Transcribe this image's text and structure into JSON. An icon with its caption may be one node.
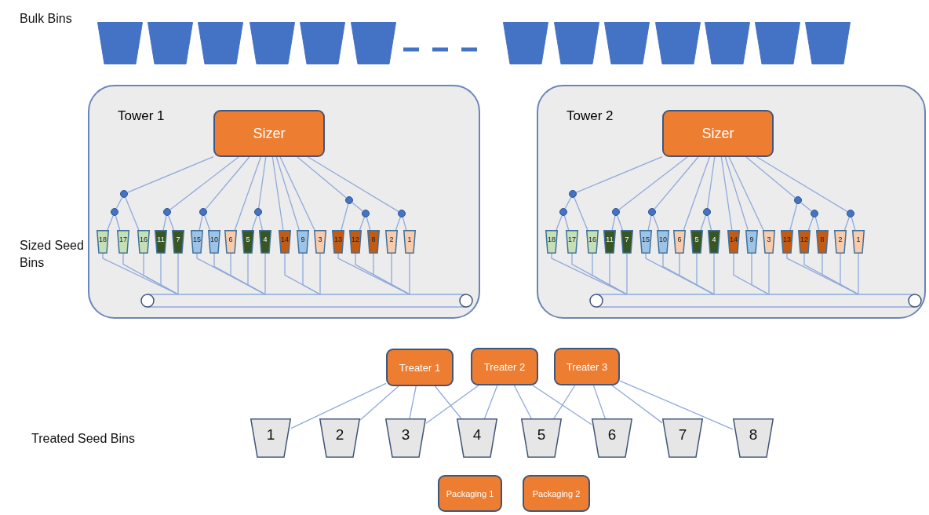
{
  "diagram": {
    "nodes": [
      {
        "text": [],
        "shape": "bin"
      },
      {
        "text": [],
        "shape": "bin"
      },
      {
        "text": [],
        "shape": "bin"
      },
      {
        "text": [],
        "shape": "bin"
      },
      {
        "text": [],
        "shape": "bin"
      },
      {
        "text": [],
        "shape": "bin"
      },
      {
        "text": [],
        "shape": "bin"
      },
      {
        "text": [],
        "shape": "bin"
      },
      {
        "text": [],
        "shape": "bin"
      },
      {
        "text": [],
        "shape": "bin"
      },
      {
        "text": [],
        "shape": "bin"
      },
      {
        "text": [],
        "shape": "bin"
      },
      {
        "text": [],
        "shape": "bin"
      },
      {
        "text": [
          "Tower 1"
        ]
      },
      {
        "text": [
          "Sizer"
        ],
        "in": 13
      },
      {
        "text": [],
        "shape": "circle",
        "in": 13
      },
      {
        "text": [],
        "shape": "circle",
        "in": 13
      },
      {
        "text": [],
        "shape": "circle",
        "in": 13
      },
      {
        "text": [],
        "shape": "circle",
        "in": 13
      },
      {
        "text": [],
        "shape": "circle",
        "in": 13
      },
      {
        "text": [],
        "shape": "circle",
        "in": 13
      },
      {
        "text": [],
        "shape": "circle",
        "in": 13
      },
      {
        "text": [],
        "shape": "circle",
        "in": 13
      },
      {
        "text": [
          "18"
        ],
        "in": 13
      },
      {
        "text": [
          "17"
        ],
        "in": 13
      },
      {
        "text": [
          "16"
        ],
        "in": 13
      },
      {
        "text": [
          "11"
        ],
        "in": 13
      },
      {
        "text": [
          "7"
        ],
        "in": 13
      },
      {
        "text": [
          "15"
        ],
        "in": 13
      },
      {
        "text": [
          "10"
        ],
        "in": 13
      },
      {
        "text": [
          "6"
        ],
        "in": 13
      },
      {
        "text": [
          "5"
        ],
        "in": 13
      },
      {
        "text": [
          "4"
        ],
        "in": 13
      },
      {
        "text": [
          "14"
        ],
        "in": 13
      },
      {
        "text": [
          "9"
        ],
        "in": 13
      },
      {
        "text": [
          "3"
        ],
        "in": 13
      },
      {
        "text": [
          "13"
        ],
        "in": 13
      },
      {
        "text": [
          "12"
        ],
        "in": 13
      },
      {
        "text": [
          "8"
        ],
        "in": 13
      },
      {
        "text": [
          "2"
        ],
        "in": 13
      },
      {
        "text": [
          "1"
        ],
        "in": 13
      },
      {
        "text": [],
        "shape": "conveyor",
        "in": 13
      },
      {
        "text": [
          "Tower 2"
        ]
      },
      {
        "text": [
          "Sizer"
        ],
        "in": 42
      },
      {
        "text": [],
        "shape": "circle",
        "in": 42
      },
      {
        "text": [],
        "shape": "circle",
        "in": 42
      },
      {
        "text": [],
        "shape": "circle",
        "in": 42
      },
      {
        "text": [],
        "shape": "circle",
        "in": 42
      },
      {
        "text": [],
        "shape": "circle",
        "in": 42
      },
      {
        "text": [],
        "shape": "circle",
        "in": 42
      },
      {
        "text": [],
        "shape": "circle",
        "in": 42
      },
      {
        "text": [],
        "shape": "circle",
        "in": 42
      },
      {
        "text": [
          "18"
        ],
        "in": 42
      },
      {
        "text": [
          "17"
        ],
        "in": 42
      },
      {
        "text": [
          "16"
        ],
        "in": 42
      },
      {
        "text": [
          "11"
        ],
        "in": 42
      },
      {
        "text": [
          "7"
        ],
        "in": 42
      },
      {
        "text": [
          "15"
        ],
        "in": 42
      },
      {
        "text": [
          "10"
        ],
        "in": 42
      },
      {
        "text": [
          "6"
        ],
        "in": 42
      },
      {
        "text": [
          "5"
        ],
        "in": 42
      },
      {
        "text": [
          "4"
        ],
        "in": 42
      },
      {
        "text": [
          "14"
        ],
        "in": 42
      },
      {
        "text": [
          "9"
        ],
        "in": 42
      },
      {
        "text": [
          "3"
        ],
        "in": 42
      },
      {
        "text": [
          "13"
        ],
        "in": 42
      },
      {
        "text": [
          "12"
        ],
        "in": 42
      },
      {
        "text": [
          "8"
        ],
        "in": 42
      },
      {
        "text": [
          "2"
        ],
        "in": 42
      },
      {
        "text": [
          "1"
        ],
        "in": 42
      },
      {
        "text": [],
        "shape": "conveyor",
        "in": 42
      },
      {
        "text": [
          "Treater 1"
        ]
      },
      {
        "text": [
          "Treater 2"
        ]
      },
      {
        "text": [
          "Treater 3"
        ]
      },
      {
        "text": [
          "1"
        ]
      },
      {
        "text": [
          "2"
        ]
      },
      {
        "text": [
          "3"
        ]
      },
      {
        "text": [
          "4"
        ]
      },
      {
        "text": [
          "5"
        ]
      },
      {
        "text": [
          "6"
        ]
      },
      {
        "text": [
          "7"
        ]
      },
      {
        "text": [
          "8"
        ]
      },
      {
        "text": [
          "Packaging 1"
        ]
      },
      {
        "text": [
          "Packaging 2"
        ]
      }
    ],
    "edges": [
      {
        "from": 14,
        "to": 15,
        "arrow": "none"
      },
      {
        "from": 15,
        "to": 16,
        "arrow": "none"
      },
      {
        "from": 16,
        "to": 23,
        "arrow": "none"
      },
      {
        "from": 16,
        "to": 24,
        "arrow": "none"
      },
      {
        "from": 15,
        "to": 25,
        "arrow": "none"
      },
      {
        "from": 14,
        "to": 17,
        "arrow": "none"
      },
      {
        "from": 17,
        "to": 26,
        "arrow": "none"
      },
      {
        "from": 17,
        "to": 27,
        "arrow": "none"
      },
      {
        "from": 14,
        "to": 18,
        "arrow": "none"
      },
      {
        "from": 18,
        "to": 28,
        "arrow": "none"
      },
      {
        "from": 18,
        "to": 29,
        "arrow": "none"
      },
      {
        "from": 14,
        "to": 30,
        "arrow": "none"
      },
      {
        "from": 14,
        "to": 19,
        "arrow": "none"
      },
      {
        "from": 19,
        "to": 31,
        "arrow": "none"
      },
      {
        "from": 19,
        "to": 32,
        "arrow": "none"
      },
      {
        "from": 14,
        "to": 33,
        "arrow": "none"
      },
      {
        "from": 14,
        "to": 34,
        "arrow": "none"
      },
      {
        "from": 14,
        "to": 35,
        "arrow": "none"
      },
      {
        "from": 14,
        "to": 20,
        "arrow": "none"
      },
      {
        "from": 20,
        "to": 36,
        "arrow": "none"
      },
      {
        "from": 20,
        "to": 21,
        "arrow": "none"
      },
      {
        "from": 21,
        "to": 37,
        "arrow": "none"
      },
      {
        "from": 21,
        "to": 38,
        "arrow": "none"
      },
      {
        "from": 14,
        "to": 22,
        "arrow": "none"
      },
      {
        "from": 22,
        "to": 39,
        "arrow": "none"
      },
      {
        "from": 22,
        "to": 40,
        "arrow": "none"
      },
      {
        "from": 23,
        "to": 41,
        "arrow": "none"
      },
      {
        "from": 24,
        "to": 41,
        "arrow": "none"
      },
      {
        "from": 25,
        "to": 41,
        "arrow": "none"
      },
      {
        "from": 26,
        "to": 41,
        "arrow": "none"
      },
      {
        "from": 27,
        "to": 41,
        "arrow": "none"
      },
      {
        "from": 28,
        "to": 41,
        "arrow": "none"
      },
      {
        "from": 29,
        "to": 41,
        "arrow": "none"
      },
      {
        "from": 30,
        "to": 41,
        "arrow": "none"
      },
      {
        "from": 31,
        "to": 41,
        "arrow": "none"
      },
      {
        "from": 32,
        "to": 41,
        "arrow": "none"
      },
      {
        "from": 33,
        "to": 41,
        "arrow": "none"
      },
      {
        "from": 34,
        "to": 41,
        "arrow": "none"
      },
      {
        "from": 35,
        "to": 41,
        "arrow": "none"
      },
      {
        "from": 36,
        "to": 41,
        "arrow": "none"
      },
      {
        "from": 37,
        "to": 41,
        "arrow": "none"
      },
      {
        "from": 38,
        "to": 41,
        "arrow": "none"
      },
      {
        "from": 39,
        "to": 41,
        "arrow": "none"
      },
      {
        "from": 40,
        "to": 41,
        "arrow": "none"
      },
      {
        "from": 43,
        "to": 44,
        "arrow": "none"
      },
      {
        "from": 44,
        "to": 45,
        "arrow": "none"
      },
      {
        "from": 45,
        "to": 52,
        "arrow": "none"
      },
      {
        "from": 45,
        "to": 53,
        "arrow": "none"
      },
      {
        "from": 44,
        "to": 54,
        "arrow": "none"
      },
      {
        "from": 43,
        "to": 46,
        "arrow": "none"
      },
      {
        "from": 46,
        "to": 55,
        "arrow": "none"
      },
      {
        "from": 46,
        "to": 56,
        "arrow": "none"
      },
      {
        "from": 43,
        "to": 47,
        "arrow": "none"
      },
      {
        "from": 47,
        "to": 57,
        "arrow": "none"
      },
      {
        "from": 47,
        "to": 58,
        "arrow": "none"
      },
      {
        "from": 43,
        "to": 59,
        "arrow": "none"
      },
      {
        "from": 43,
        "to": 48,
        "arrow": "none"
      },
      {
        "from": 48,
        "to": 60,
        "arrow": "none"
      },
      {
        "from": 48,
        "to": 61,
        "arrow": "none"
      },
      {
        "from": 43,
        "to": 62,
        "arrow": "none"
      },
      {
        "from": 43,
        "to": 63,
        "arrow": "none"
      },
      {
        "from": 43,
        "to": 64,
        "arrow": "none"
      },
      {
        "from": 43,
        "to": 49,
        "arrow": "none"
      },
      {
        "from": 49,
        "to": 65,
        "arrow": "none"
      },
      {
        "from": 49,
        "to": 50,
        "arrow": "none"
      },
      {
        "from": 50,
        "to": 66,
        "arrow": "none"
      },
      {
        "from": 50,
        "to": 67,
        "arrow": "none"
      },
      {
        "from": 43,
        "to": 51,
        "arrow": "none"
      },
      {
        "from": 51,
        "to": 68,
        "arrow": "none"
      },
      {
        "from": 51,
        "to": 69,
        "arrow": "none"
      },
      {
        "from": 52,
        "to": 70,
        "arrow": "none"
      },
      {
        "from": 53,
        "to": 70,
        "arrow": "none"
      },
      {
        "from": 54,
        "to": 70,
        "arrow": "none"
      },
      {
        "from": 55,
        "to": 70,
        "arrow": "none"
      },
      {
        "from": 56,
        "to": 70,
        "arrow": "none"
      },
      {
        "from": 57,
        "to": 70,
        "arrow": "none"
      },
      {
        "from": 58,
        "to": 70,
        "arrow": "none"
      },
      {
        "from": 59,
        "to": 70,
        "arrow": "none"
      },
      {
        "from": 60,
        "to": 70,
        "arrow": "none"
      },
      {
        "from": 61,
        "to": 70,
        "arrow": "none"
      },
      {
        "from": 62,
        "to": 70,
        "arrow": "none"
      },
      {
        "from": 63,
        "to": 70,
        "arrow": "none"
      },
      {
        "from": 64,
        "to": 70,
        "arrow": "none"
      },
      {
        "from": 65,
        "to": 70,
        "arrow": "none"
      },
      {
        "from": 66,
        "to": 70,
        "arrow": "none"
      },
      {
        "from": 67,
        "to": 70,
        "arrow": "none"
      },
      {
        "from": 68,
        "to": 70,
        "arrow": "none"
      },
      {
        "from": 69,
        "to": 70,
        "arrow": "none"
      },
      {
        "from": 71,
        "to": 74,
        "arrow": "none"
      },
      {
        "from": 71,
        "to": 75,
        "arrow": "none"
      },
      {
        "from": 71,
        "to": 76,
        "arrow": "none"
      },
      {
        "from": 71,
        "to": 77,
        "arrow": "none"
      },
      {
        "from": 72,
        "to": 76,
        "arrow": "none"
      },
      {
        "from": 72,
        "to": 77,
        "arrow": "none"
      },
      {
        "from": 72,
        "to": 78,
        "arrow": "none"
      },
      {
        "from": 72,
        "to": 79,
        "arrow": "none"
      },
      {
        "from": 73,
        "to": 78,
        "arrow": "none"
      },
      {
        "from": 73,
        "to": 79,
        "arrow": "none"
      },
      {
        "from": 73,
        "to": 80,
        "arrow": "none"
      },
      {
        "from": 73,
        "to": 81,
        "arrow": "none"
      }
    ],
    "labels": [
      "Bulk Bins",
      "Sized Seed Bins",
      "Treated Seed Bins"
    ]
  }
}
